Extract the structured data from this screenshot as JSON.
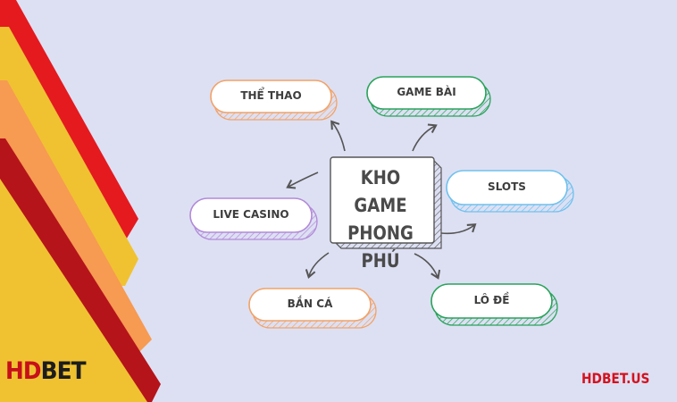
{
  "brand": {
    "logo_left": "HD",
    "logo_right": "BET",
    "site": "HDBET.US"
  },
  "colors": {
    "background": "#dde0f3",
    "stripe_red": "#e41a1f",
    "stripe_yellow": "#f0c232",
    "stripe_orange": "#f79a52",
    "stripe_darkred": "#b5141a",
    "orange": "#f2a267",
    "green": "#29a35a",
    "blue": "#6ec1ee",
    "purple": "#b28ad8"
  },
  "mindmap": {
    "center": {
      "line1": "KHO GAME",
      "line2": "PHONG PHÚ"
    },
    "nodes": [
      {
        "label": "THỂ THAO",
        "color": "orange"
      },
      {
        "label": "GAME BÀI",
        "color": "green"
      },
      {
        "label": "SLOTS",
        "color": "blue"
      },
      {
        "label": "LIVE CASINO",
        "color": "purple"
      },
      {
        "label": "BẮN CÁ",
        "color": "orange"
      },
      {
        "label": "LÔ ĐỀ",
        "color": "green"
      }
    ]
  }
}
